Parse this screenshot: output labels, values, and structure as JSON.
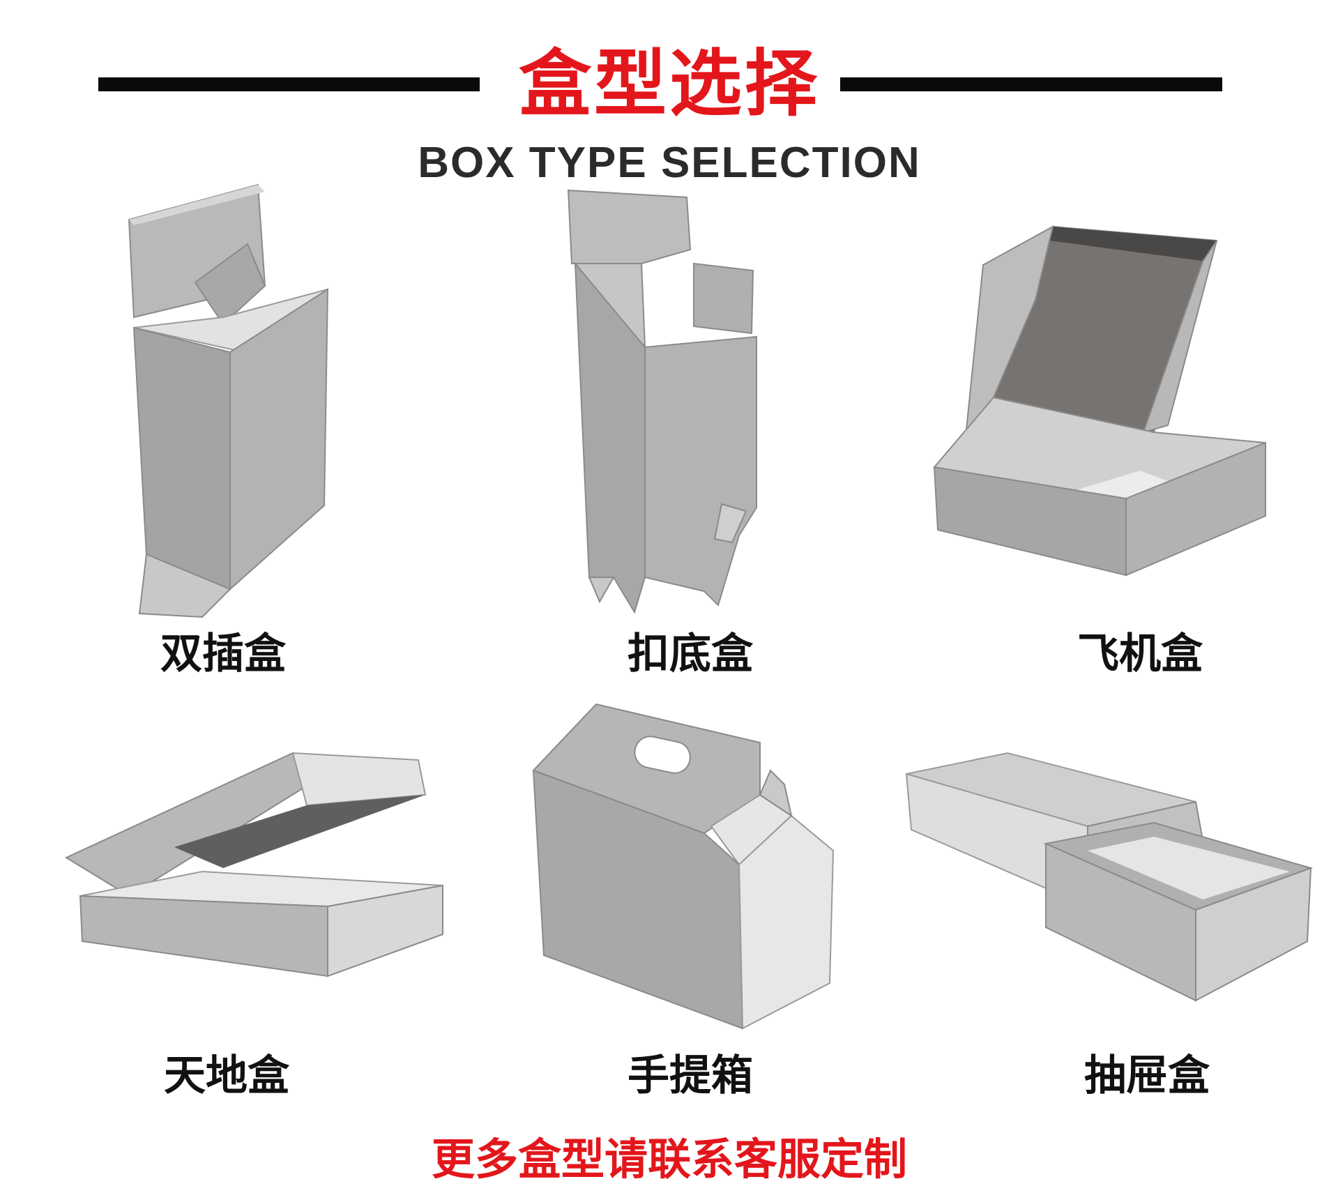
{
  "header": {
    "title_cn": "盒型选择",
    "title_en": "BOX TYPE SELECTION"
  },
  "boxes": [
    {
      "label": "双插盒"
    },
    {
      "label": "扣底盒"
    },
    {
      "label": "飞机盒"
    },
    {
      "label": "天地盒"
    },
    {
      "label": "手提箱"
    },
    {
      "label": "抽屉盒"
    }
  ],
  "footer": {
    "text": "更多盒型请联系客服定制"
  },
  "colors": {
    "accent_red": "#e3161b",
    "box_grey": "#a9a9a9"
  }
}
